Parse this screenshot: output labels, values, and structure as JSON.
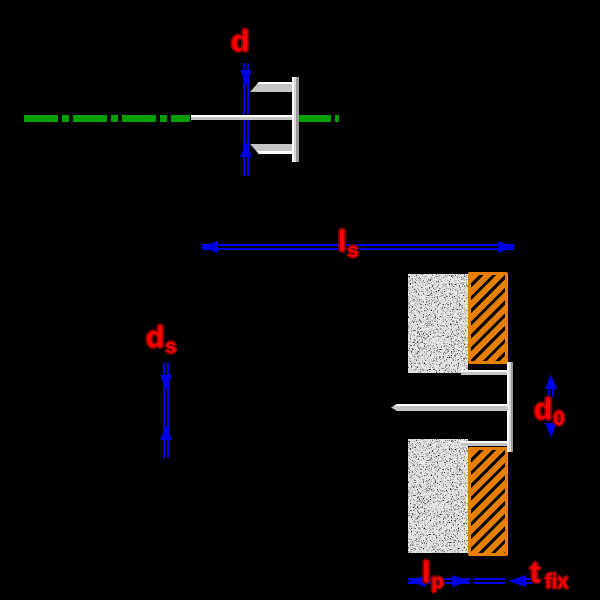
{
  "labels": {
    "d": "d",
    "ls_main": "l",
    "ls_sub": "s",
    "ds_main": "d",
    "ds_sub": "s",
    "d0_main": "d",
    "d0_sub": "0",
    "lp_main": "l",
    "lp_sub": "p",
    "tfix_main": "t",
    "tfix_sub": "fix"
  },
  "colors": {
    "background": "#000000",
    "dim-blue": "#0000e6",
    "centerline-green": "#00a000",
    "fixture-orange": "#e67e00",
    "label-red": "#ff0000",
    "label-red-outline": "#7c0000",
    "concrete-gray": "#cccccc",
    "metal-light": "#e8e8e8"
  }
}
